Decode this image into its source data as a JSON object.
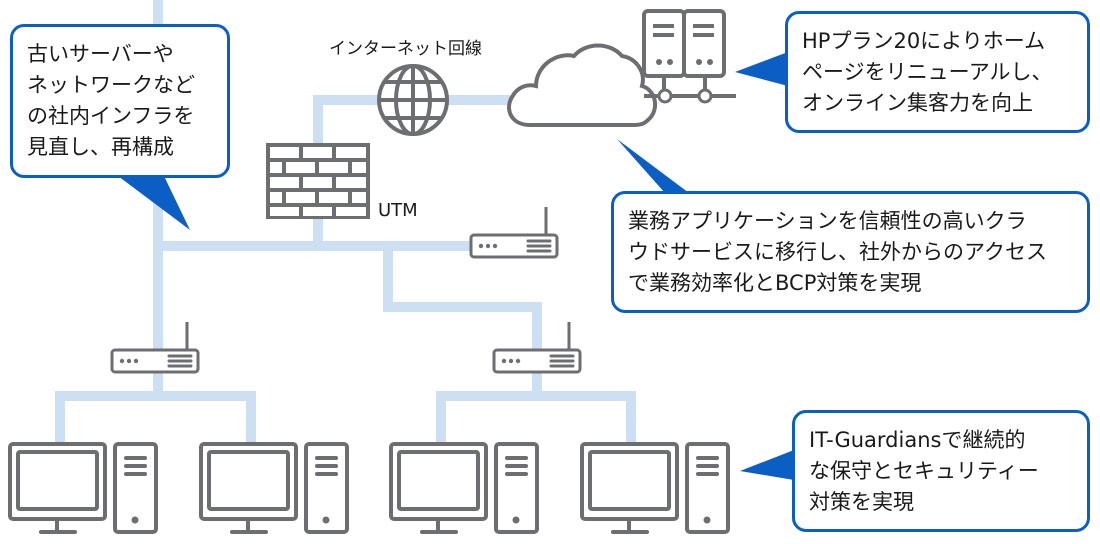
{
  "labels": {
    "internet": "インターネット回線",
    "utm": "UTM"
  },
  "callouts": {
    "infra": {
      "lines": [
        "古いサーバーや",
        "ネットワークなど",
        "の社内インフラを",
        "見直し、再構成"
      ]
    },
    "hp_plan": {
      "lines": [
        "HPプラン20によりホーム",
        "ページをリニューアルし、",
        "オンライン集客力を向上"
      ]
    },
    "cloud": {
      "lines": [
        "業務アプリケーションを信頼性の高いクラ",
        "ウドサービスに移行し、社外からのアクセス",
        "で業務効率化とBCP対策を実現"
      ]
    },
    "security": {
      "lines": [
        "IT-Guardiansで継続的",
        "な保守とセキュリティー",
        "対策を実現"
      ]
    }
  },
  "colors": {
    "callout_border": "#0b5fc4",
    "icon_gray": "#6d6e72",
    "network_line": "#cddff2",
    "text": "#1a1a1a"
  }
}
